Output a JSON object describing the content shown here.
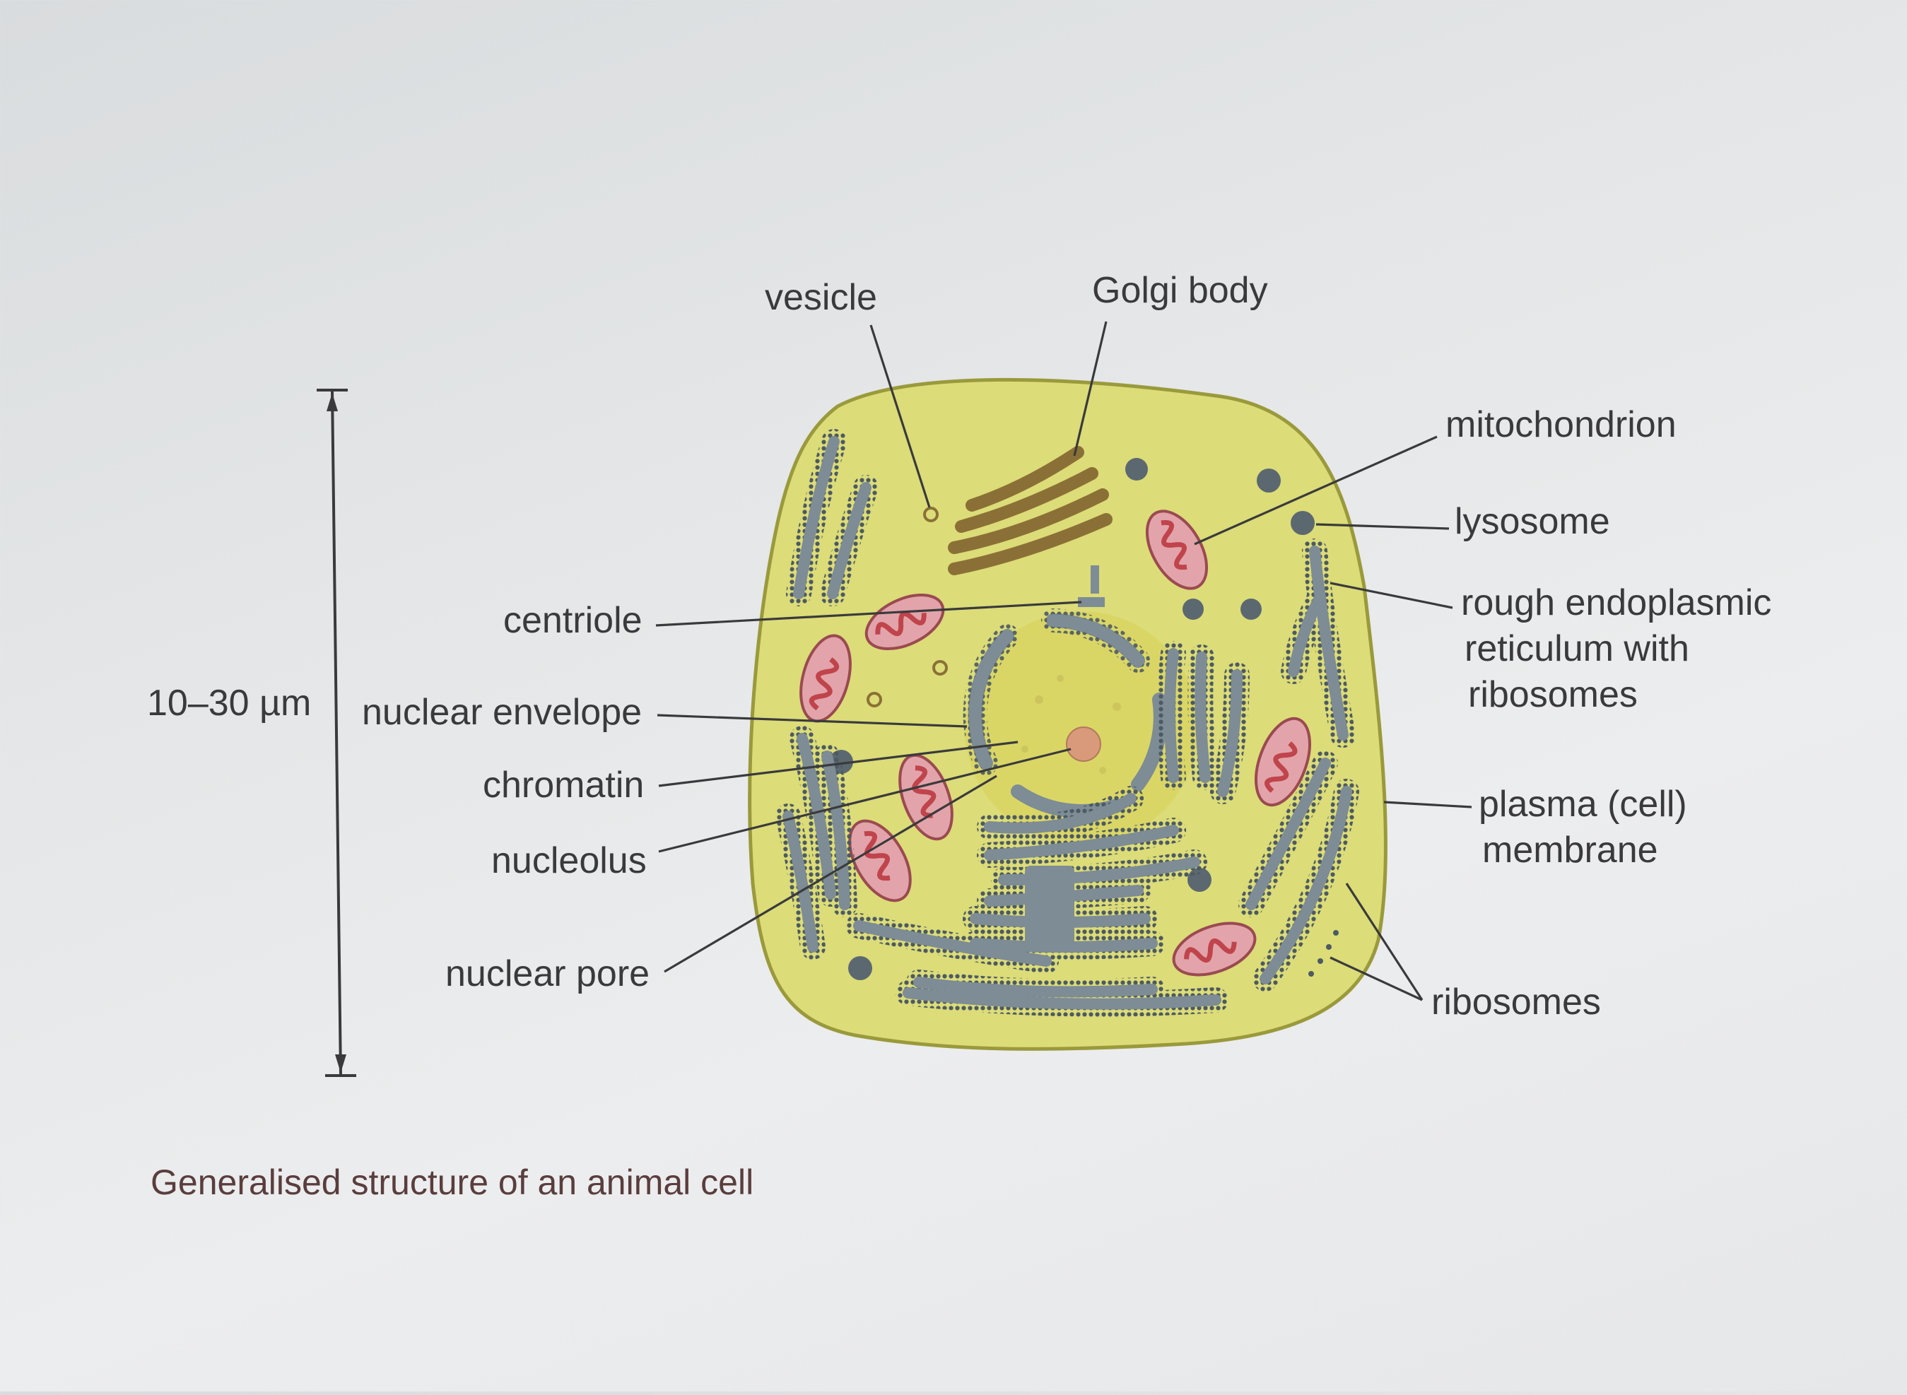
{
  "figure": {
    "caption": "Generalised structure of an animal cell",
    "scale_label": "10–30 µm"
  },
  "labels": {
    "vesicle": "vesicle",
    "golgi_body": "Golgi body",
    "mitochondrion": "mitochondrion",
    "lysosome": "lysosome",
    "rough_er_line1": "rough endoplasmic",
    "rough_er_line2": "reticulum with",
    "rough_er_line3": "ribosomes",
    "plasma_membrane_line1": "plasma (cell)",
    "plasma_membrane_line2": "membrane",
    "ribosomes": "ribosomes",
    "centriole": "centriole",
    "nuclear_envelope": "nuclear envelope",
    "chromatin": "chromatin",
    "nucleolus": "nucleolus",
    "nuclear_pore": "nuclear pore"
  },
  "colors": {
    "cytoplasm": "#dcdc78",
    "membrane": "#9a9a3c",
    "er": "#7d8c95",
    "golgi": "#8a7036",
    "mitochondrion_fill": "#e2a4aa",
    "mitochondrion_cristae": "#c0444c",
    "lysosome": "#5c6870",
    "nucleolus": "#d89a7a"
  }
}
